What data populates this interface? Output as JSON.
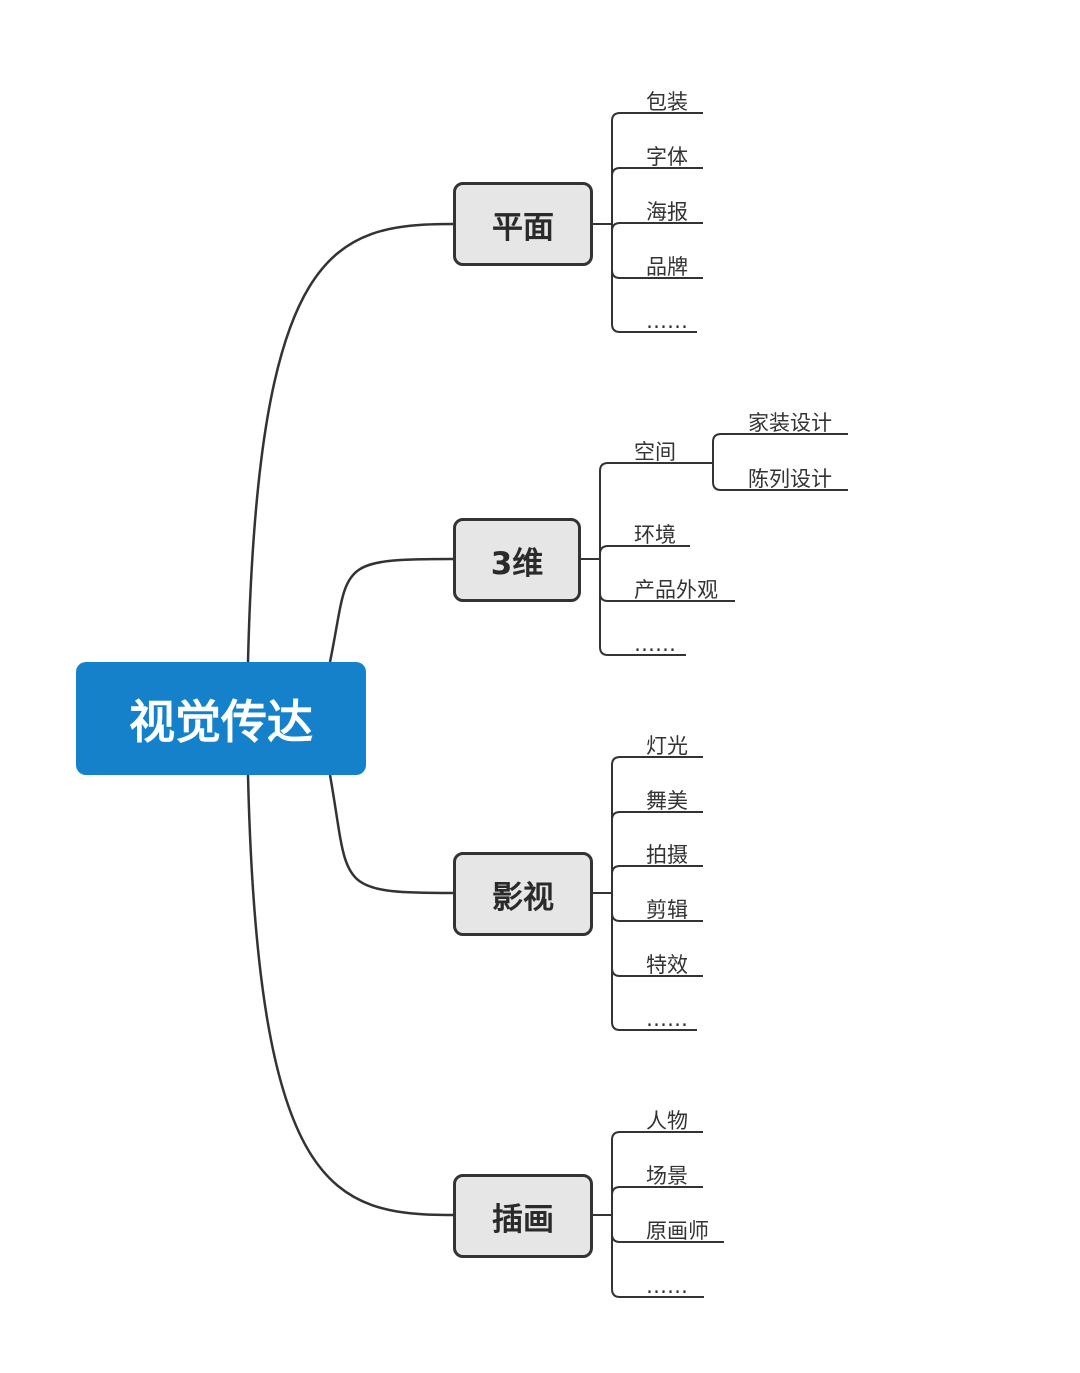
{
  "colors": {
    "root": "#1581cb",
    "line": "#333333",
    "branch_fill": "#e6e6e6"
  },
  "root": {
    "label": "视觉传达"
  },
  "branches": [
    {
      "label": "平面",
      "children": [
        {
          "label": "包装"
        },
        {
          "label": "字体"
        },
        {
          "label": "海报"
        },
        {
          "label": "品牌"
        },
        {
          "label": "……"
        }
      ]
    },
    {
      "label": "3维",
      "children": [
        {
          "label": "空间",
          "children": [
            {
              "label": "家装设计"
            },
            {
              "label": "陈列设计"
            }
          ]
        },
        {
          "label": "环境"
        },
        {
          "label": "产品外观"
        },
        {
          "label": "……"
        }
      ]
    },
    {
      "label": "影视",
      "children": [
        {
          "label": "灯光"
        },
        {
          "label": "舞美"
        },
        {
          "label": "拍摄"
        },
        {
          "label": "剪辑"
        },
        {
          "label": "特效"
        },
        {
          "label": "……"
        }
      ]
    },
    {
      "label": "插画",
      "children": [
        {
          "label": "人物"
        },
        {
          "label": "场景"
        },
        {
          "label": "原画师"
        },
        {
          "label": "……"
        }
      ]
    }
  ]
}
